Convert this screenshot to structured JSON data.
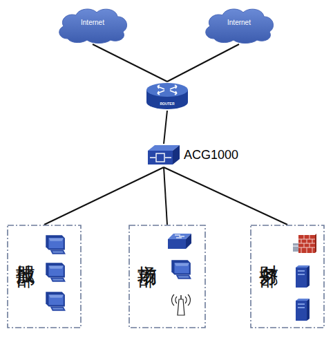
{
  "diagram": {
    "nodes": [
      {
        "text": [
          "Internet"
        ]
      },
      {
        "text": [
          "Internet"
        ]
      },
      {
        "text": [
          "ROUTER"
        ]
      },
      {
        "text": [
          "ACG1000"
        ]
      },
      {
        "text": [
          "技服部"
        ]
      },
      {
        "text": [
          "市场部"
        ]
      },
      {
        "text": [
          "财务部"
        ]
      }
    ],
    "edges": [
      {
        "from": 0,
        "to": 2,
        "arrow": "none"
      },
      {
        "from": 1,
        "to": 2,
        "arrow": "none"
      },
      {
        "from": 2,
        "to": 3,
        "arrow": "none"
      },
      {
        "from": 3,
        "to": 4,
        "arrow": "none"
      },
      {
        "from": 3,
        "to": 5,
        "arrow": "none"
      },
      {
        "from": 3,
        "to": 6,
        "arrow": "none"
      }
    ]
  }
}
